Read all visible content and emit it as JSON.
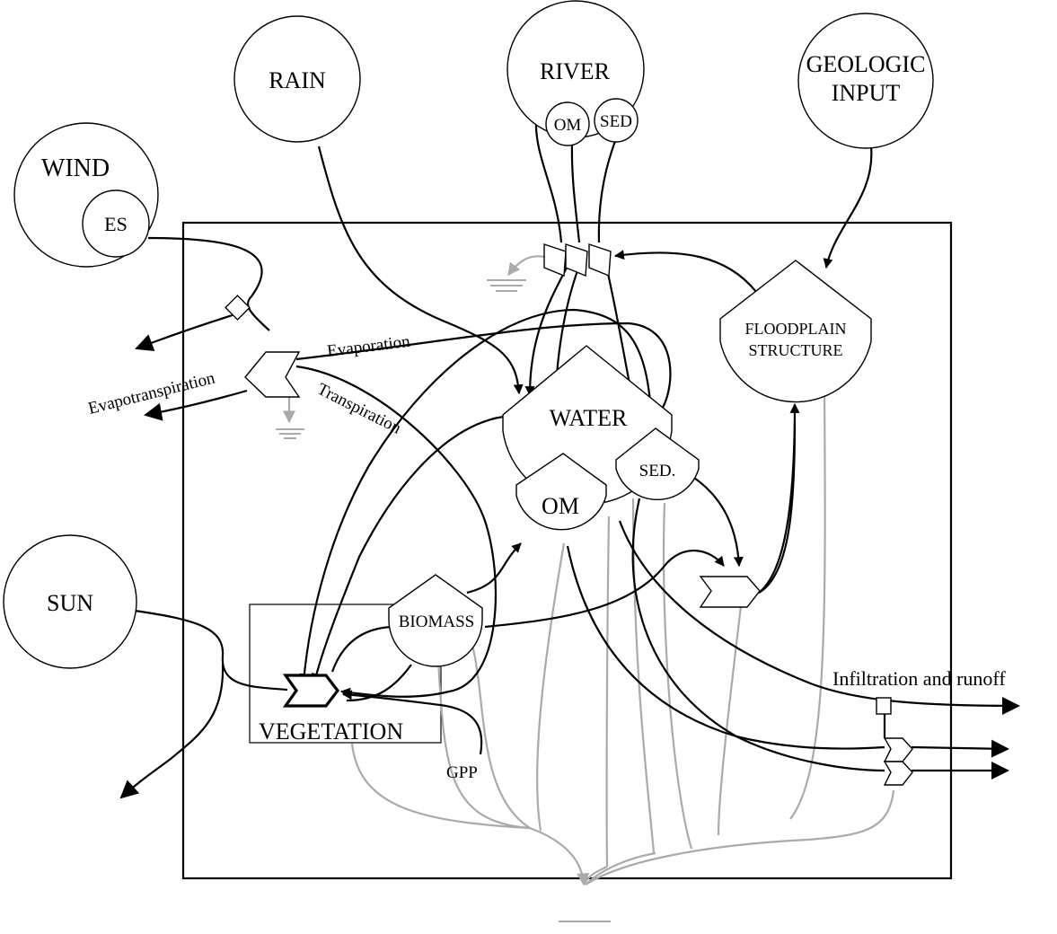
{
  "sources": {
    "rain": "RAIN",
    "river": "RIVER",
    "river_om": "OM",
    "river_sed": "SED",
    "geologic_line1": "GEOLOGIC",
    "geologic_line2": "INPUT",
    "wind": "WIND",
    "wind_es": "ES",
    "sun": "SUN"
  },
  "storages": {
    "water": "WATER",
    "om": "OM",
    "sed": "SED.",
    "floodplain_line1": "FLOODPLAIN",
    "floodplain_line2": "STRUCTURE",
    "biomass": "BIOMASS"
  },
  "labels": {
    "vegetation": "VEGETATION",
    "evaporation": "Evaporation",
    "evapotranspiration": "Evapotranspiration",
    "transpiration": "Transpiration",
    "gpp": "GPP",
    "infiltration": "Infiltration and runoff"
  },
  "colors": {
    "flow": "#000000",
    "heat_sink": "#aaaaaa",
    "background": "#ffffff"
  }
}
